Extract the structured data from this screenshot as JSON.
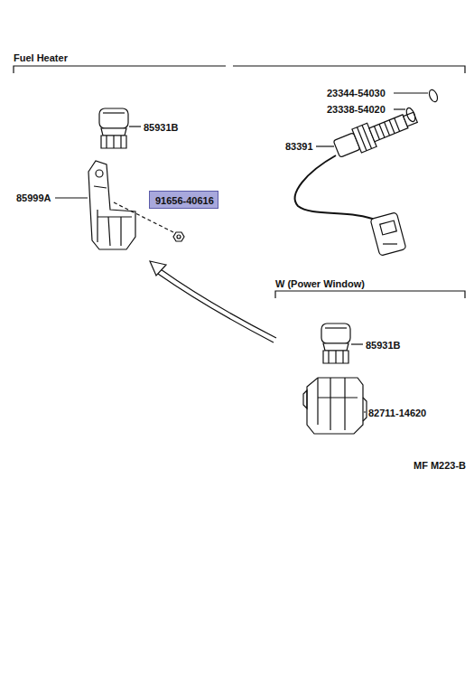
{
  "diagram": {
    "title": "Fuel Heater",
    "nodes": [
      {
        "text": [
          "91656-40616"
        ]
      }
    ],
    "labels": [
      "85931B",
      "85999A",
      "23344-54030",
      "23338-54020",
      "83391",
      "W (Power Window)",
      "85931B",
      "82711-14620",
      "MF M223-B"
    ]
  }
}
